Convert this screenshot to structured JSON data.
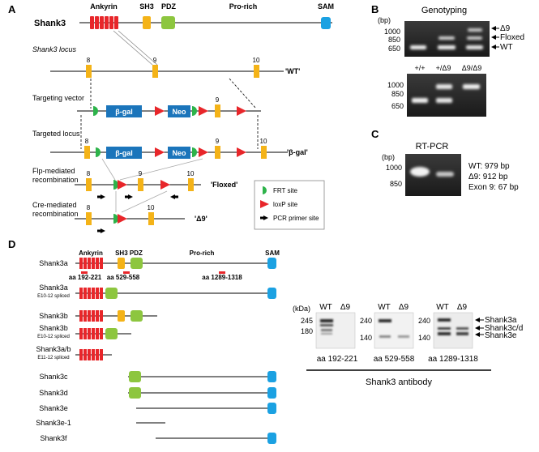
{
  "panel_a": {
    "letter": "A",
    "gene": "Shank3",
    "domains": {
      "ankyrin": "Ankyrin",
      "sh3": "SH3",
      "pdz": "PDZ",
      "prorich": "Pro-rich",
      "sam": "SAM"
    },
    "rows": {
      "locus": "Shank3 locus",
      "vector": "Targeting vector",
      "targeted": "Targeted locus",
      "flp_1": "Flp-mediated",
      "flp_2": "recombination",
      "cre_1": "Cre-mediated",
      "cre_2": "recombination"
    },
    "exons": {
      "e8": "8",
      "e9": "9",
      "e10": "10"
    },
    "cassette": {
      "bgal": "β-gal",
      "neo": "Neo"
    },
    "alleles": {
      "wt": "'WT'",
      "bgal": "'β-gal'",
      "floxed": "'Floxed'",
      "d9": "'Δ9'"
    },
    "legend": {
      "frt": "FRT site",
      "loxp": "loxP site",
      "primer": "PCR primer site"
    },
    "colors": {
      "exon": "#f4b318",
      "ankyrin": "#e8262a",
      "pdz": "#8dc63f",
      "sam": "#1ba1e2",
      "cassette": "#1b75bb",
      "frt": "#2db34a",
      "loxp": "#e8262a"
    }
  },
  "panel_b": {
    "letter": "B",
    "title": "Genotyping",
    "unit": "(bp)",
    "gel1_markers": [
      "1000",
      "850",
      "650"
    ],
    "gel1_bands": [
      "Δ9",
      "Floxed",
      "WT"
    ],
    "gel2_lanes": [
      "+/+",
      "+/Δ9",
      "Δ9/Δ9"
    ],
    "gel2_markers": [
      "1000",
      "850",
      "650"
    ]
  },
  "panel_c": {
    "letter": "C",
    "title": "RT-PCR",
    "unit": "(bp)",
    "markers": [
      "1000",
      "850"
    ],
    "notes": [
      "WT: 979 bp",
      "Δ9: 912 bp",
      "Exon 9: 67 bp"
    ]
  },
  "panel_d": {
    "letter": "D",
    "domains": {
      "ankyrin": "Ankyrin",
      "sh3pdz": "SH3 PDZ",
      "prorich": "Pro-rich",
      "sam": "SAM"
    },
    "epitopes": [
      "aa 192-221",
      "aa 529-558",
      "aa 1289-1318"
    ],
    "isoforms": [
      {
        "name": "Shank3a",
        "sub": ""
      },
      {
        "name": "Shank3a",
        "sub": "E10-12 spliced"
      },
      {
        "name": "Shank3b",
        "sub": ""
      },
      {
        "name": "Shank3b",
        "sub": "E10-12 spliced"
      },
      {
        "name": "Shank3a/b",
        "sub": "E11-12 spliced"
      },
      {
        "name": "Shank3c",
        "sub": ""
      },
      {
        "name": "Shank3d",
        "sub": ""
      },
      {
        "name": "Shank3e",
        "sub": ""
      },
      {
        "name": "Shank3e-1",
        "sub": ""
      },
      {
        "name": "Shank3f",
        "sub": ""
      }
    ],
    "blot": {
      "unit": "(kDa)",
      "lanes": [
        "WT",
        "Δ9"
      ],
      "blot1_markers": [
        "245",
        "180"
      ],
      "blot2_markers": [
        "240",
        "140"
      ],
      "blot3_markers": [
        "240",
        "140"
      ],
      "band_labels": [
        "Shank3a",
        "Shank3c/d",
        "Shank3e"
      ],
      "captions": [
        "aa 192-221",
        "aa 529-558",
        "aa 1289-1318"
      ],
      "antibody": "Shank3 antibody"
    }
  }
}
